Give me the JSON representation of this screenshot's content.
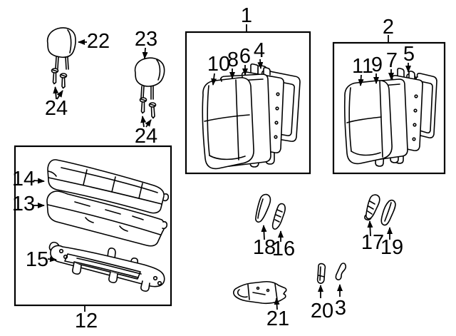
{
  "colors": {
    "background": "#ffffff",
    "line": "#000000",
    "text": "#000000"
  },
  "callouts": {
    "part1": "1",
    "part2": "2",
    "part3": "3",
    "part4": "4",
    "part5": "5",
    "part6": "6",
    "part7": "7",
    "part8": "8",
    "part9": "9",
    "part10": "10",
    "part11": "11",
    "part12": "12",
    "part13": "13",
    "part14": "14",
    "part15": "15",
    "part16": "16",
    "part17": "17",
    "part18": "18",
    "part19": "19",
    "part20": "20",
    "part21": "21",
    "part22": "22",
    "part23": "23",
    "part24_left": "24",
    "part24_right": "24"
  }
}
